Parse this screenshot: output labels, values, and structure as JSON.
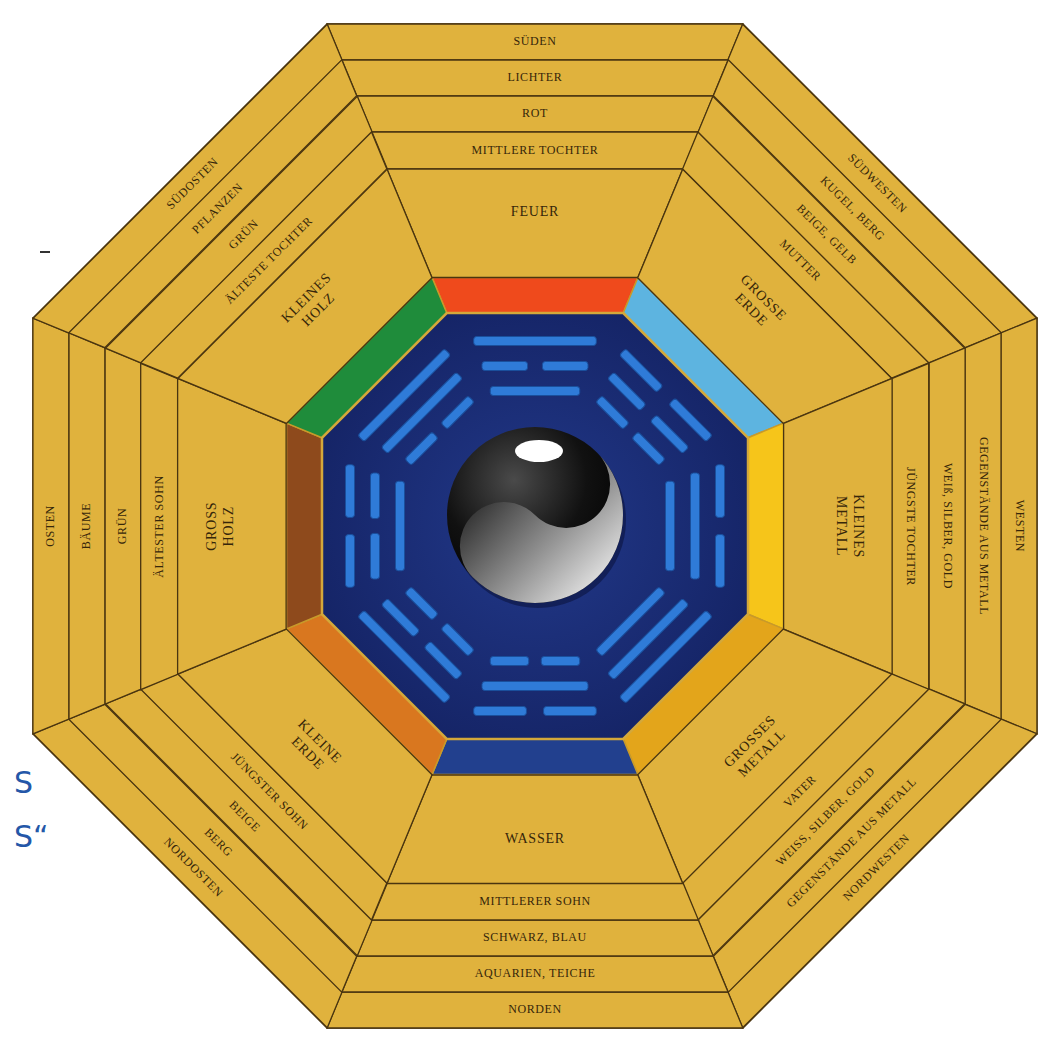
{
  "diagram": {
    "nodes": [
      {
        "text": [
          "SÜDEN"
        ]
      },
      {
        "text": [
          "LICHTER"
        ]
      },
      {
        "text": [
          "ROT"
        ]
      },
      {
        "text": [
          "MITTLERE TOCHTER"
        ]
      },
      {
        "text": [
          "FEUER"
        ]
      },
      {
        "text": [
          "SÜDWESTEN"
        ]
      },
      {
        "text": [
          "KUGEL, BERG"
        ]
      },
      {
        "text": [
          "BEIGE, GELB"
        ]
      },
      {
        "text": [
          "MUTTER"
        ]
      },
      {
        "text": [
          "GROSSE ERDE"
        ]
      },
      {
        "text": [
          "WESTEN"
        ]
      },
      {
        "text": [
          "GEGENSTÄNDE AUS METALL"
        ]
      },
      {
        "text": [
          "WEIß, SILBER, GOLD"
        ]
      },
      {
        "text": [
          "JÜNGSTE TOCHTER"
        ]
      },
      {
        "text": [
          "KLEINES METALL"
        ]
      },
      {
        "text": [
          "NORDWESTEN"
        ]
      },
      {
        "text": [
          "GEGENSTÄNDE AUS METALL"
        ]
      },
      {
        "text": [
          "WEISS, SILBER, GOLD"
        ]
      },
      {
        "text": [
          "VATER"
        ]
      },
      {
        "text": [
          "GROSSES METALL"
        ]
      },
      {
        "text": [
          "NORDEN"
        ]
      },
      {
        "text": [
          "AQUARIEN, TEICHE"
        ]
      },
      {
        "text": [
          "SCHWARZ, BLAU"
        ]
      },
      {
        "text": [
          "MITTLERER SOHN"
        ]
      },
      {
        "text": [
          "WASSER"
        ]
      },
      {
        "text": [
          "NORDOSTEN"
        ]
      },
      {
        "text": [
          "BERG"
        ]
      },
      {
        "text": [
          "BEIGE"
        ]
      },
      {
        "text": [
          "JÜNGSTER SOHN"
        ]
      },
      {
        "text": [
          "KLEINE ERDE"
        ]
      },
      {
        "text": [
          "OSTEN"
        ]
      },
      {
        "text": [
          "BÄUME"
        ]
      },
      {
        "text": [
          "GRÜN"
        ]
      },
      {
        "text": [
          "ÄLTESTER SOHN"
        ]
      },
      {
        "text": [
          "GROSS HOLZ"
        ]
      },
      {
        "text": [
          "SÜDOSTEN"
        ]
      },
      {
        "text": [
          "PFLANZEN"
        ]
      },
      {
        "text": [
          "GRÜN"
        ]
      },
      {
        "text": [
          "ÄLTESTE TOCHTER"
        ]
      },
      {
        "text": [
          "KLEINES HOLZ"
        ]
      }
    ],
    "labels": [
      "S",
      "S“"
    ]
  }
}
